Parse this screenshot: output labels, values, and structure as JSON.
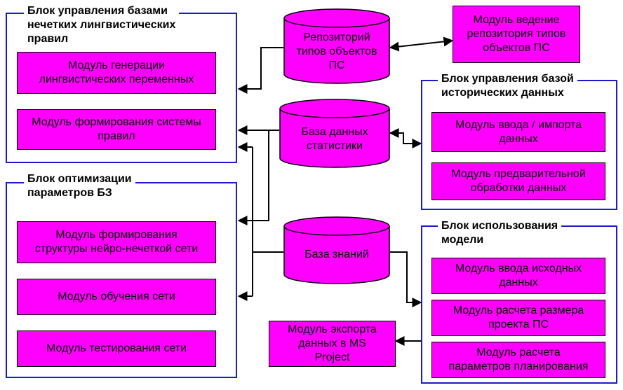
{
  "groups": {
    "rules": {
      "title": "Блок управления базами\nнечетких лингвистических\nправил"
    },
    "optim": {
      "title": "Блок оптимизации\nпараметров БЗ"
    },
    "hist": {
      "title": "Блок управления базой\nисторических данных"
    },
    "use": {
      "title": "Блок использования\nмодели"
    }
  },
  "modules": {
    "ling_vars": "Модуль генерации\nлингвистических переменных",
    "rule_system": "Модуль формирования системы\nправил",
    "net_structure": "Модуль формирования\nструктуры нейро-нечеткой сети",
    "net_training": "Модуль обучения сети",
    "net_testing": "Модуль тестирования сети",
    "repo_keeping": "Модуль ведение\nрепозитория типов\nобъектов ПС",
    "data_io": "Модуль ввода / импорта\nданных",
    "preprocess": "Модуль предварительной\nобработки данных",
    "input_data": "Модуль ввода исходных\nданных",
    "size_calc": "Модуль расчета размера\nпроекта ПС",
    "plan_calc": "Модуль расчета\nпараметров планирования",
    "export": "Модуль экспорта\nданных в MS\nProject"
  },
  "databases": {
    "repo": "Репозиторий\nтипов объектов\nПС",
    "stats": "База данных\nстатистики",
    "kb": "База знаний"
  },
  "colors": {
    "module_fill": "#ff00ff",
    "group_border": "#1a1acc",
    "line": "#000000"
  }
}
